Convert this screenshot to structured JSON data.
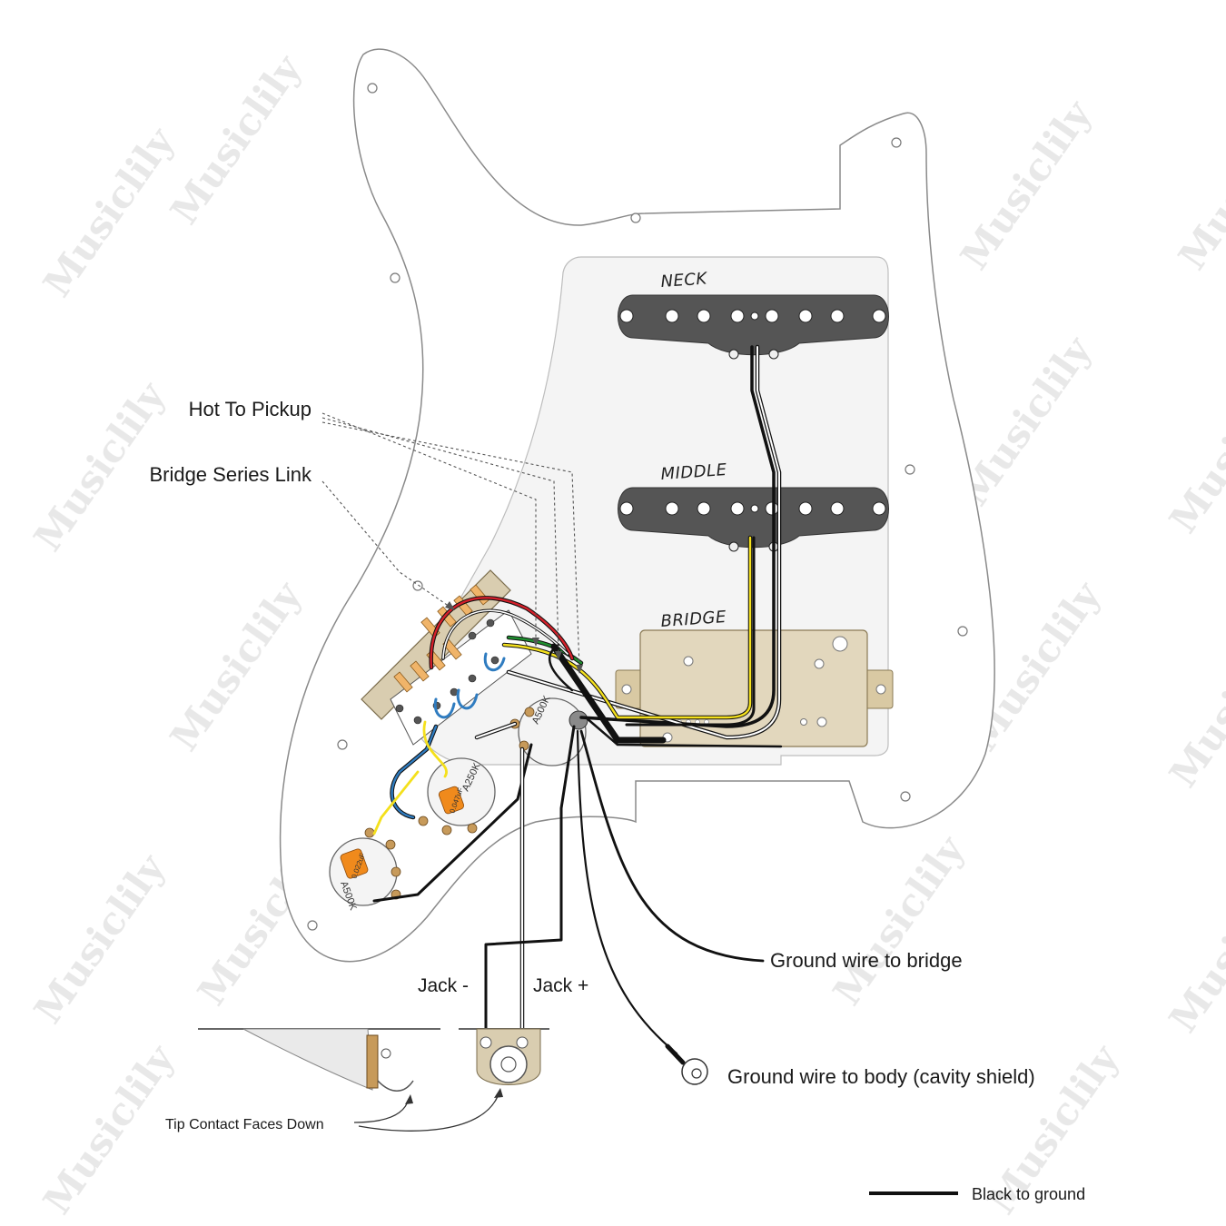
{
  "pickups": {
    "neck": "NECK",
    "middle": "MIDDLE",
    "bridge": "BRIDGE"
  },
  "callouts": {
    "hot_to_pickup": "Hot To Pickup",
    "bridge_series_link": "Bridge Series Link",
    "ground_to_bridge": "Ground wire to bridge",
    "ground_to_body": "Ground wire to body (cavity shield)",
    "jack_minus": "Jack -",
    "jack_plus": "Jack +",
    "tip_contact": "Tip Contact Faces Down"
  },
  "pots": {
    "volume": "A500K",
    "tone1": "A250K",
    "tone2": "A500K"
  },
  "capacitors": {
    "cap1": "0.047uF",
    "cap2": "0.022uF"
  },
  "legend": {
    "black": "Black to ground"
  },
  "watermark": "Musiclily",
  "colors": {
    "pickguard": "#ffffff",
    "pickup_cover": "#555555",
    "humbucker_base": "#e2d7bd",
    "switch_base": "#d9cdb0",
    "wire_black": "#111111",
    "wire_white": "#ffffff",
    "wire_yellow": "#f4e01c",
    "wire_red": "#d4202a",
    "wire_green": "#1f8f2f",
    "wire_blue": "#2f7cc0",
    "cap_orange": "#f08a1c"
  }
}
